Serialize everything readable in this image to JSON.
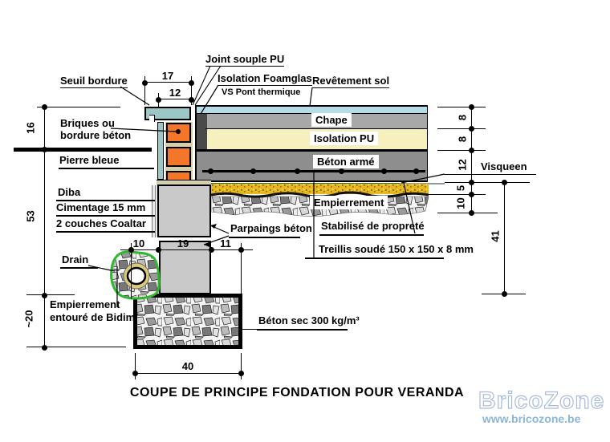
{
  "title": "COUPE DE PRINCIPE FONDATION POUR VERANDA",
  "watermark": {
    "name": "BricoZone",
    "url": "www.bricozone.be"
  },
  "labels": {
    "seuil": "Seuil bordure",
    "briques1": "Briques  ou",
    "briques2": "bordure béton",
    "pierre": "Pierre bleue",
    "diba": "Diba",
    "cimentage": "Cimentage 15 mm",
    "coaltar": "2 couches Coaltar",
    "drain": "Drain",
    "bidim1": "Empierrement",
    "bidim2": "entouré de Bidim",
    "joint": "Joint souple PU",
    "foamglas": "Isolation Foamglas",
    "vs_pont": "VS Pont thermique",
    "revetement": "Revêtement sol",
    "visqueen": "Visqueen",
    "chape": "Chape",
    "isolation_pu": "Isolation PU",
    "beton_arme": "Béton armé",
    "empierrement": "Empierrement",
    "stabilise": "Stabilisé de propreté",
    "treillis": "Treillis soudé 150 x 150 x 8 mm",
    "parpaings": "Parpaings béton",
    "beton_sec": "Béton sec 300 kg/m³"
  },
  "dims": {
    "d17": "17",
    "d12": "12",
    "d16": "16",
    "d53": "53",
    "d20": "~20",
    "d10w": "10",
    "d19": "19",
    "d11": "11",
    "d40": "40",
    "d8a": "8",
    "d8b": "8",
    "d12r": "12",
    "d5": "5",
    "d10r": "10",
    "d41": "41"
  },
  "colors": {
    "seuil_teal": "#9cc7c7",
    "brick_orange": "#f3762b",
    "mortar_beige": "#d6cfae",
    "foamglas_dark": "#4a4a4a",
    "chape_gray": "#a8a8a8",
    "isolation_yellow": "#f6f0bf",
    "beton_gray": "#8e8e8e",
    "parpaing_gray": "#c9c9c9",
    "revetement_blue": "#b5dce8",
    "stabilise_gold": "#e7b71f",
    "drain_green": "#2eb82e",
    "watermark_blue": "#a9bcd9"
  }
}
